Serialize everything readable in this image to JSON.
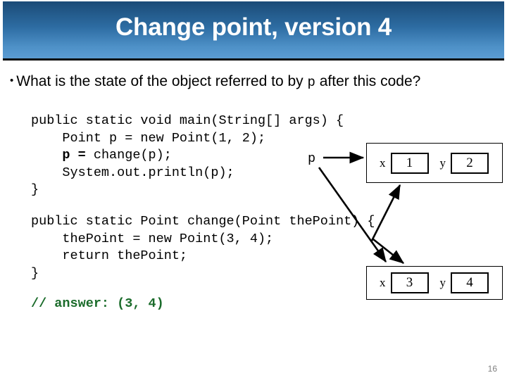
{
  "slide": {
    "title": "Change point, version 4",
    "page_number": "16",
    "bullet": {
      "marker": "•",
      "text_before": "What is the state of the object referred to by",
      "mono_token": "p",
      "text_after": "after this code?"
    }
  },
  "code": {
    "main_method": "public static void main(String[] args) {\n    Point p = new Point(1, 2);\n    ",
    "main_bold": "p =",
    "main_method_rest": " change(p);\n    System.out.println(p);\n}",
    "change_method": "public static Point change(Point thePoint) {\n    thePoint = new Point(3, 4);\n    return thePoint;\n}",
    "answer_comment": "// answer: (3, 4)",
    "pointer_label": "p"
  },
  "objects": [
    {
      "id": "point-object-1",
      "fields": [
        {
          "name": "x",
          "value": "1"
        },
        {
          "name": "y",
          "value": "2"
        }
      ]
    },
    {
      "id": "point-object-2",
      "fields": [
        {
          "name": "x",
          "value": "3"
        },
        {
          "name": "y",
          "value": "4"
        }
      ]
    }
  ],
  "colors": {
    "banner_top": "#1b4b77",
    "banner_bottom": "#5b9bd2",
    "title_text": "#ffffff",
    "comment_green": "#1a6b2a",
    "page_number_gray": "#808080",
    "ink": "#000000"
  }
}
